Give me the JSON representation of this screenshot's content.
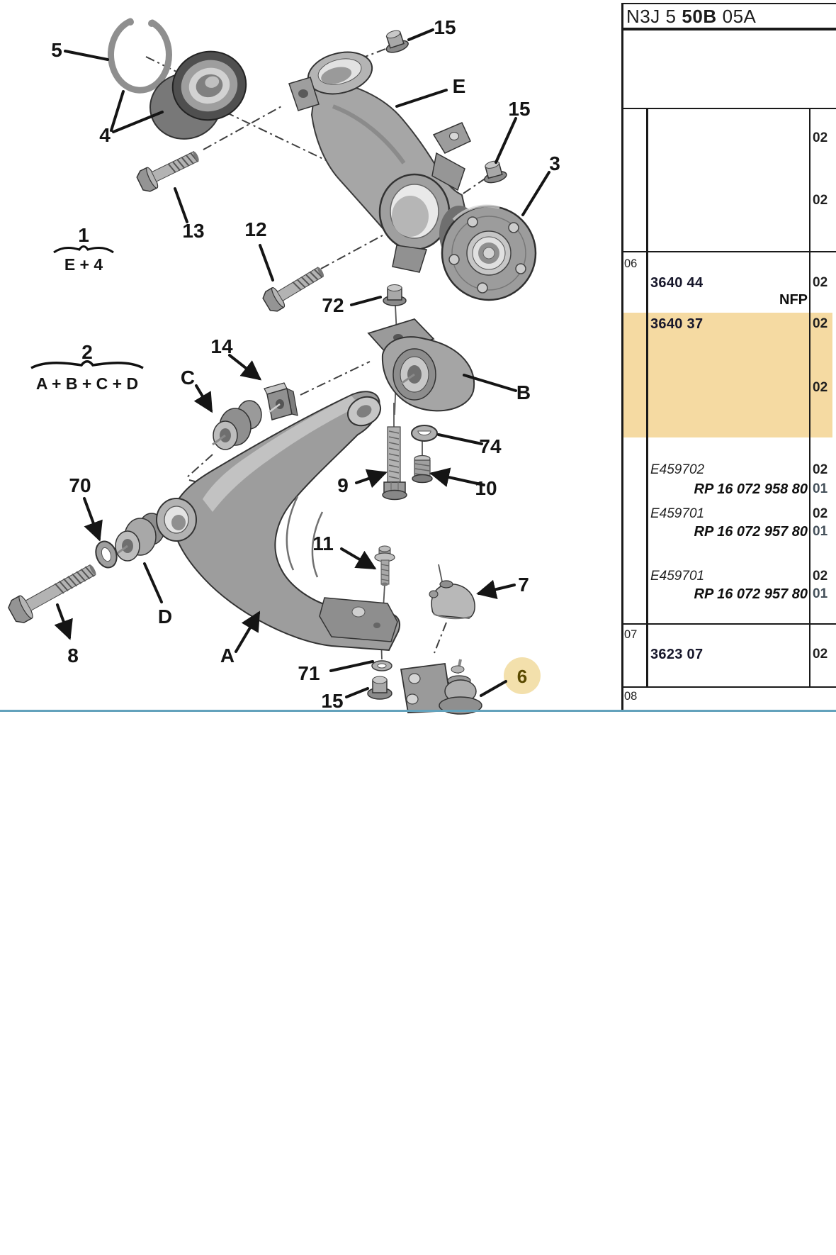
{
  "meta": {
    "highlight_color": "#F5DAA2",
    "separator_line_color": "#63A2BC",
    "callout_badge_color": "#F3E0AC"
  },
  "header": {
    "code_prefix": "N3J 5",
    "code_bold": "50B",
    "code_suffix": "05A"
  },
  "table": {
    "index_labels": {
      "r06": "06",
      "r07": "07",
      "r08": "08"
    },
    "top_quantities": [
      "02",
      "02"
    ],
    "rows": [
      {
        "ref": "3640 44",
        "qty": "02"
      },
      {
        "note": "NFP"
      },
      {
        "ref": "3640 37",
        "qty": "02",
        "highlighted": true
      },
      {
        "qty2": "02"
      },
      {
        "ref": "E459702",
        "qty": "02"
      },
      {
        "rp": "RP 16 072 958 80",
        "qty": "01"
      },
      {
        "ref": "E459701",
        "qty": "02"
      },
      {
        "rp": "RP 16 072 957 80",
        "qty": "01"
      },
      {
        "ref": "E459701",
        "qty": "02"
      },
      {
        "rp": "RP 16 072 957 80",
        "qty": "01"
      },
      {
        "ref": "3623 07",
        "qty": "02"
      }
    ]
  },
  "diagram": {
    "groups": {
      "g1_num": "1",
      "g1_expr": "E + 4",
      "g2_num": "2",
      "g2_expr": "A + B + C + D"
    },
    "callouts": {
      "c5": "5",
      "c4": "4",
      "c13": "13",
      "c12": "12",
      "c72": "72",
      "c14": "14",
      "cC": "C",
      "c15a": "15",
      "cE": "E",
      "c15b": "15",
      "c3": "3",
      "cB": "B",
      "c74": "74",
      "c9": "9",
      "c10": "10",
      "c70": "70",
      "cD": "D",
      "c8": "8",
      "cA": "A",
      "c11": "11",
      "c7": "7",
      "c71": "71",
      "c15c": "15",
      "c6": "6"
    }
  }
}
